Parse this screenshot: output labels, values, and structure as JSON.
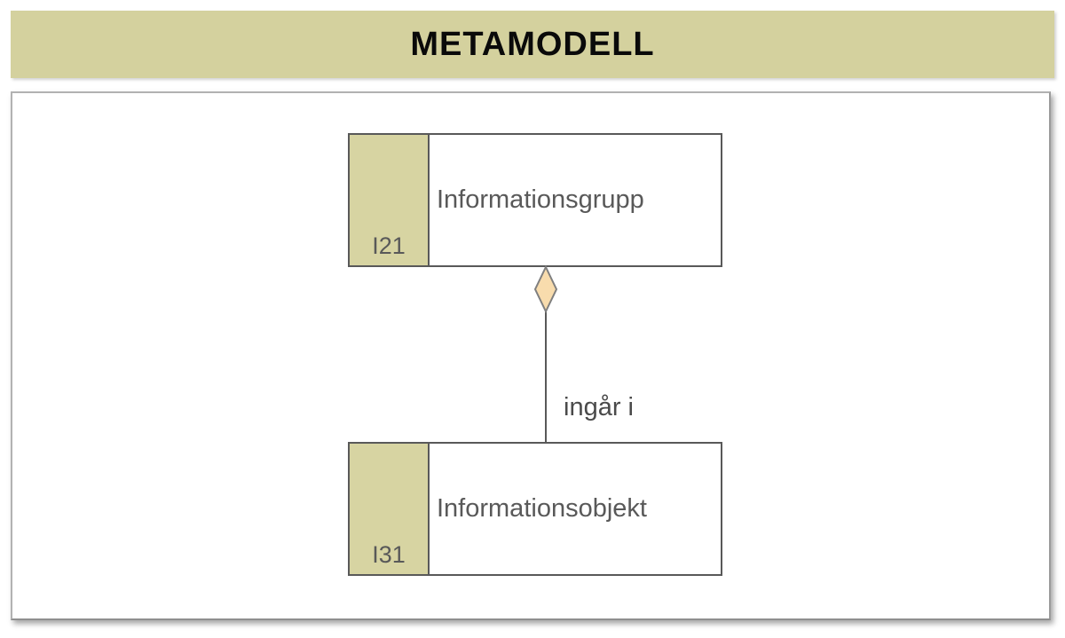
{
  "header": {
    "title": "METAMODELL"
  },
  "diagram": {
    "nodes": [
      {
        "id": "I21",
        "label": "Informationsgrupp"
      },
      {
        "id": "I31",
        "label": "Informationsobjekt"
      }
    ],
    "relationship": {
      "label": "ingår i",
      "type": "aggregation",
      "from": "I31",
      "to": "I21"
    }
  },
  "colors": {
    "header_background": "#d4d19e",
    "node_strip": "#d7d4a2",
    "node_border": "#595959",
    "node_text": "#595959",
    "diamond_fill": "#f8dcad",
    "diamond_stroke": "#7f7f7f",
    "connector_line": "#595959",
    "panel_border": "#a8a8a8",
    "title_text": "#0a0a0a"
  }
}
